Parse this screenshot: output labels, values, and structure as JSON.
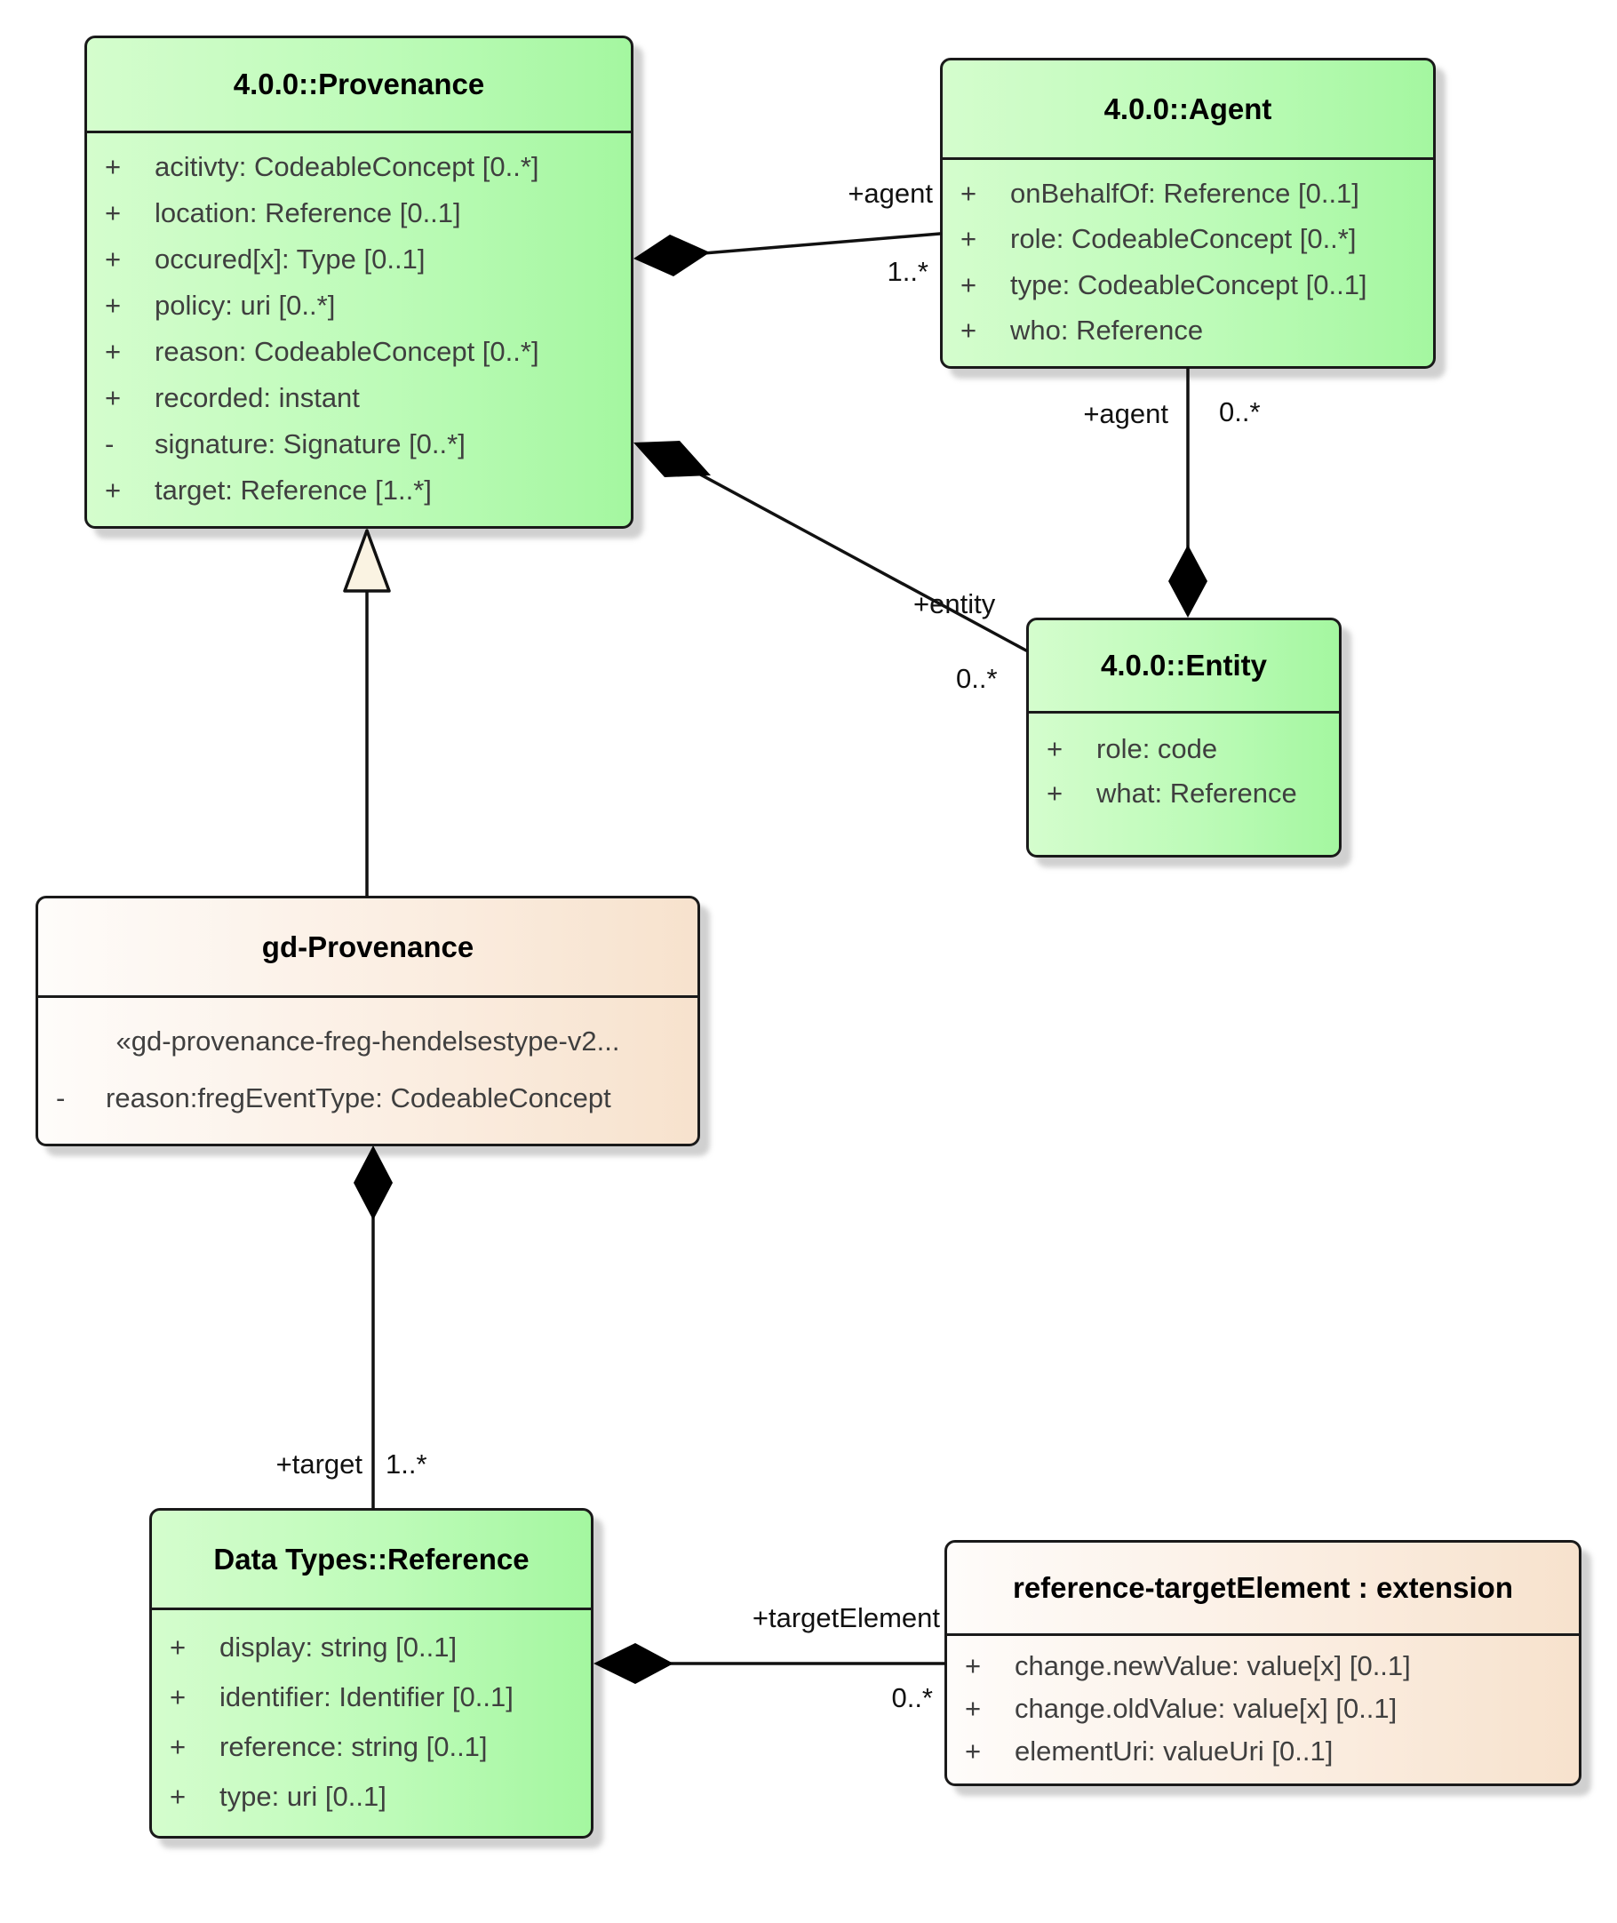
{
  "diagram": {
    "background": "#ffffff",
    "colors": {
      "class_fill_left": "#d4fdcd",
      "class_fill_right": "#a4f7a0",
      "profile_fill_left": "#fefcfa",
      "profile_fill_right": "#f7e2cd",
      "border": "#1a1a1a",
      "attribute_text": "#3f3f3f",
      "generalization_triangle_fill": "#faf3e2"
    },
    "classes": {
      "provenance": {
        "title": "4.0.0::Provenance",
        "attributes": [
          {
            "vis": "+",
            "text": "acitivty: CodeableConcept [0..*]"
          },
          {
            "vis": "+",
            "text": "location: Reference [0..1]"
          },
          {
            "vis": "+",
            "text": "occured[x]: Type [0..1]"
          },
          {
            "vis": "+",
            "text": "policy: uri [0..*]"
          },
          {
            "vis": "+",
            "text": "reason: CodeableConcept [0..*]"
          },
          {
            "vis": "+",
            "text": "recorded: instant"
          },
          {
            "vis": "-",
            "text": "signature: Signature [0..*]"
          },
          {
            "vis": "+",
            "text": "target: Reference [1..*]"
          }
        ]
      },
      "agent": {
        "title": "4.0.0::Agent",
        "attributes": [
          {
            "vis": "+",
            "text": "onBehalfOf: Reference [0..1]"
          },
          {
            "vis": "+",
            "text": "role: CodeableConcept [0..*]"
          },
          {
            "vis": "+",
            "text": "type: CodeableConcept [0..1]"
          },
          {
            "vis": "+",
            "text": "who: Reference"
          }
        ]
      },
      "entity": {
        "title": "4.0.0::Entity",
        "attributes": [
          {
            "vis": "+",
            "text": "role: code"
          },
          {
            "vis": "+",
            "text": "what: Reference"
          }
        ]
      },
      "gd_provenance": {
        "title": "gd-Provenance",
        "stereotype": "«gd-provenance-freg-hendelsestype-v2...",
        "attributes": [
          {
            "vis": "-",
            "text": "reason:fregEventType: CodeableConcept"
          }
        ]
      },
      "reference": {
        "title": "Data Types::Reference",
        "attributes": [
          {
            "vis": "+",
            "text": "display: string [0..1]"
          },
          {
            "vis": "+",
            "text": "identifier: Identifier [0..1]"
          },
          {
            "vis": "+",
            "text": "reference: string [0..1]"
          },
          {
            "vis": "+",
            "text": "type: uri [0..1]"
          }
        ]
      },
      "extension": {
        "title": "reference-targetElement : extension",
        "attributes": [
          {
            "vis": "+",
            "text": "change.newValue: value[x] [0..1]"
          },
          {
            "vis": "+",
            "text": "change.oldValue: value[x] [0..1]"
          },
          {
            "vis": "+",
            "text": "elementUri: valueUri [0..1]"
          }
        ]
      }
    },
    "edges": {
      "provenance_agent": {
        "type": "composition",
        "role": "+agent",
        "multiplicity": "1..*"
      },
      "provenance_entity": {
        "type": "composition",
        "role": "+entity",
        "multiplicity": "0..*"
      },
      "agent_entity": {
        "type": "composition",
        "role": "+agent",
        "multiplicity": "0..*"
      },
      "gdprovenance_provenance": {
        "type": "generalization"
      },
      "gdprovenance_reference": {
        "type": "composition",
        "role": "+target",
        "multiplicity": "1..*"
      },
      "reference_extension": {
        "type": "composition",
        "role": "+targetElement",
        "multiplicity": "0..*"
      }
    }
  }
}
